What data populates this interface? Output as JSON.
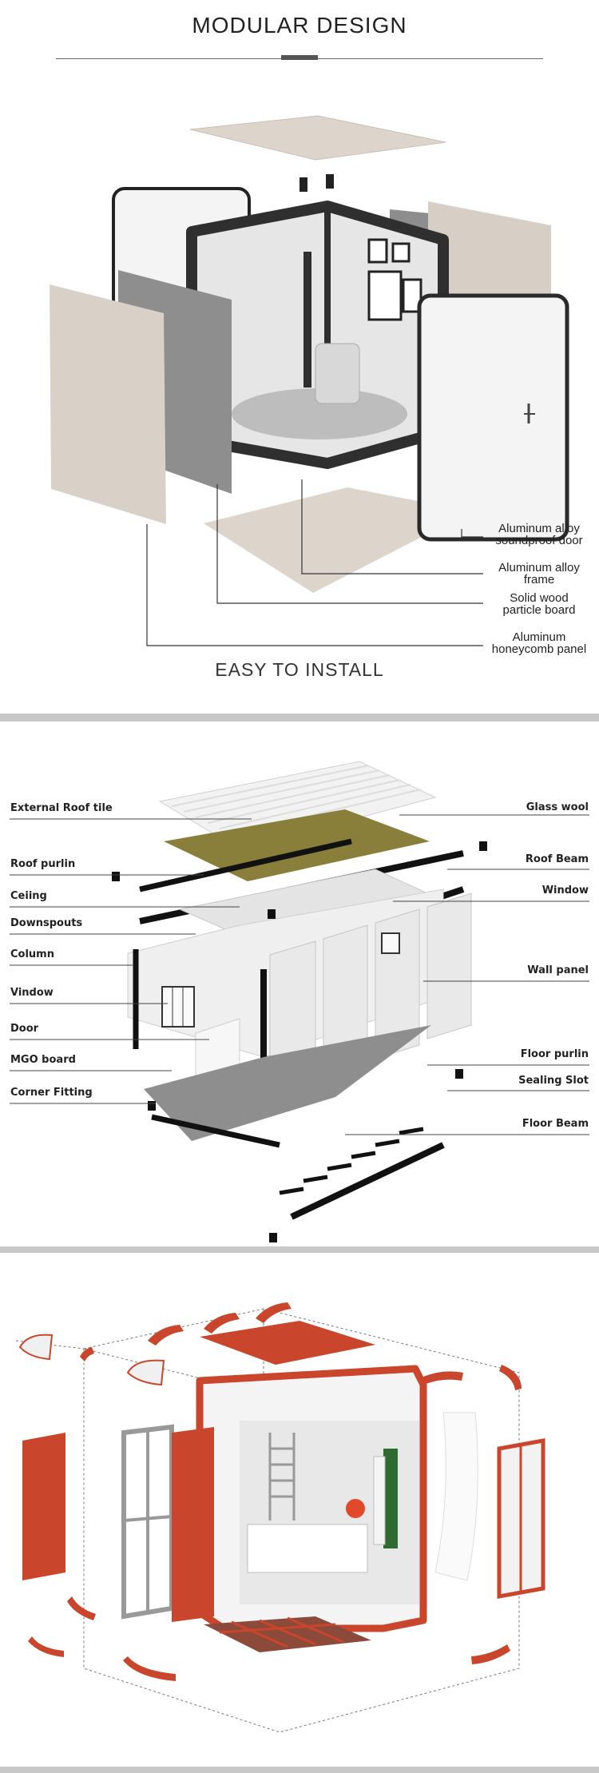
{
  "section1": {
    "title": "MODULAR DESIGN",
    "footer": "EASY TO INSTALL",
    "callouts": [
      {
        "line1": "Aluminum alloy",
        "line2": "soundproof door"
      },
      {
        "line1": "Aluminum alloy",
        "line2": "frame"
      },
      {
        "line1": "Solid wood",
        "line2": "particle board"
      },
      {
        "line1": "Aluminum",
        "line2": "honeycomb panel"
      }
    ]
  },
  "section2": {
    "left_labels": [
      "External Roof tile",
      "Roof purlin",
      "Ceiing",
      "Downspouts",
      "Column",
      "Vindow",
      "Door",
      "MGO board",
      "Corner Fitting"
    ],
    "right_labels": [
      "Glass wool",
      "Roof Beam",
      "Window",
      "Wall panel",
      "Floor purlin",
      "Sealing Slot",
      "Floor Beam"
    ]
  },
  "colors": {
    "frame": "#333333",
    "panel_gray": "#8d8d8d",
    "panel_wood": "#d9d0c7",
    "accent_red": "#c9452b",
    "glass_wool": "#8a7f3a"
  }
}
